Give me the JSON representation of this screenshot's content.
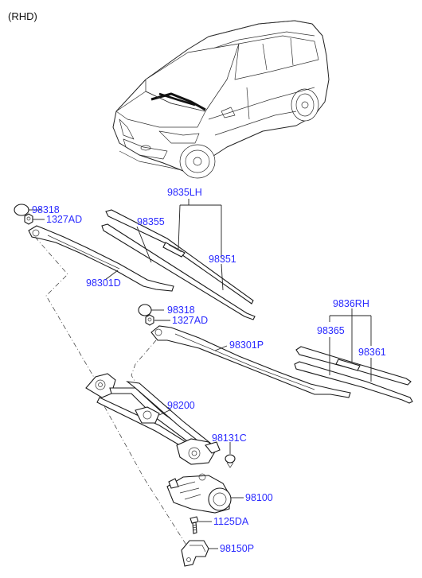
{
  "header": {
    "note": "(RHD)"
  },
  "parts": {
    "p9835LH": "9835LH",
    "p98355": "98355",
    "p98351": "98351",
    "p98318_a": "98318",
    "p1327AD_a": "1327AD",
    "p98301D": "98301D",
    "p98318_b": "98318",
    "p1327AD_b": "1327AD",
    "p98301P": "98301P",
    "p9836RH": "9836RH",
    "p98365": "98365",
    "p98361": "98361",
    "p98200": "98200",
    "p98131C": "98131C",
    "p98100": "98100",
    "p1125DA": "1125DA",
    "p98150P": "98150P"
  },
  "colors": {
    "label": "#2a2aff",
    "line": "#222222"
  }
}
